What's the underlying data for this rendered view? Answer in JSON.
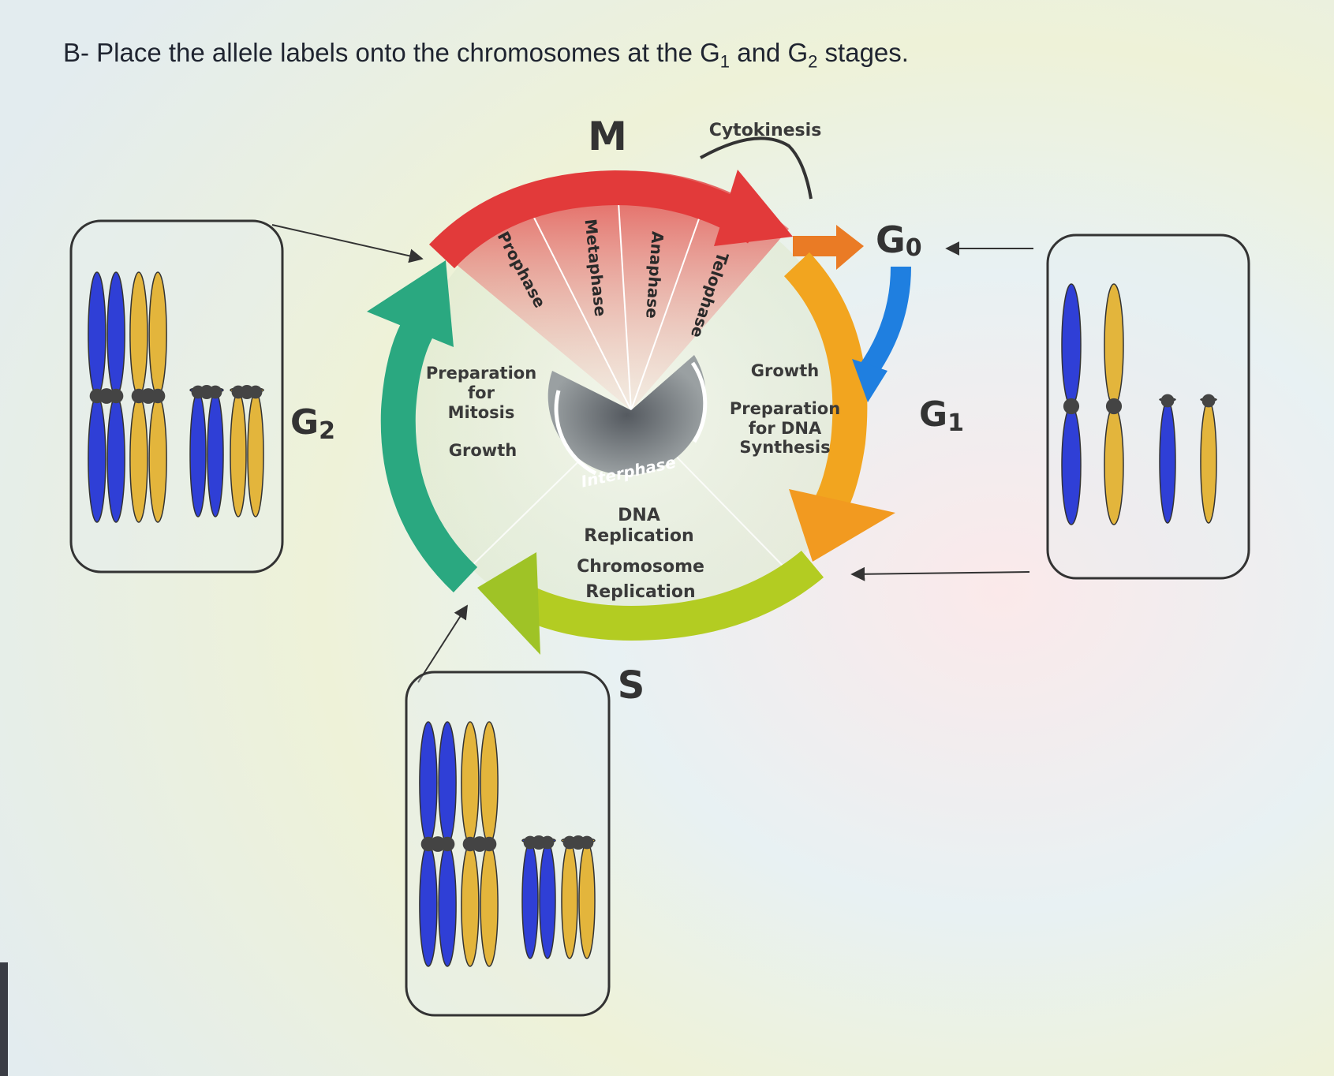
{
  "title": {
    "prefix": "B- Place the allele labels onto the chromosomes at the G",
    "sub1": "1",
    "middle": " and G",
    "sub2": "2",
    "suffix": " stages."
  },
  "cycle": {
    "m_label": "M",
    "s_label": "S",
    "cytokinesis": "Cytokinesis",
    "interphase": "Interphase",
    "g0_label": "G",
    "g0_sub": "0",
    "g1_label": "G",
    "g1_sub": "1",
    "g2_label": "G",
    "g2_sub": "2",
    "mitosis_phases": [
      "Prophase",
      "Metaphase",
      "Anaphase",
      "Telophase"
    ],
    "g2_text": [
      "Preparation",
      "for",
      "Mitosis",
      "Growth"
    ],
    "g1_text": [
      "Growth",
      "Preparation",
      "for DNA",
      "Synthesis"
    ],
    "s_text": [
      "DNA",
      "Replication",
      "Chromosome",
      "Replication"
    ]
  },
  "colors": {
    "blue_chromosome": "#2f3fd6",
    "yellow_chromosome": "#e3b53c",
    "mitosis_red": "#e23a3a",
    "g1_orange": "#f0a020",
    "s_yellowgreen": "#a8c820",
    "g2_teal": "#2aa880",
    "g0_blue": "#1f7fe0"
  }
}
